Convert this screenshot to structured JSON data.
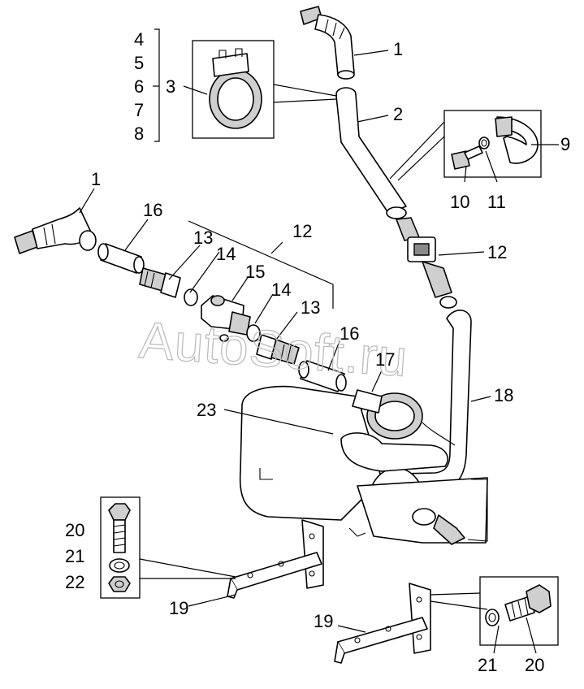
{
  "watermark": "AutoSoft.ru",
  "callouts": {
    "c1_top": "1",
    "c2": "2",
    "c3": "3",
    "c4": "4",
    "c5": "5",
    "c6": "6",
    "c7": "7",
    "c8": "8",
    "c9": "9",
    "c10": "10",
    "c11": "11",
    "c12_right": "12",
    "c1_left": "1",
    "c16_upper": "16",
    "c12_bracket": "12",
    "c13_upper": "13",
    "c14_upper": "14",
    "c15": "15",
    "c14_lower": "14",
    "c13_lower": "13",
    "c16_lower": "16",
    "c17": "17",
    "c18": "18",
    "c23": "23",
    "c20_left": "20",
    "c21_left": "21",
    "c22": "22",
    "c19_left": "19",
    "c19_right": "19",
    "c21_right": "21",
    "c20_right": "20"
  }
}
